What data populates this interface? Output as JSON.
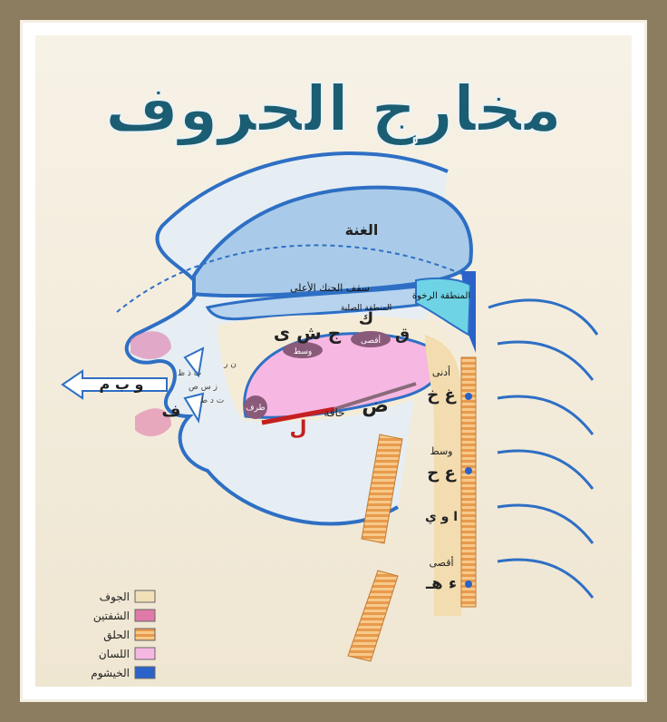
{
  "title": "مخارج الحروف",
  "labels": {
    "ghunna": "الغنة",
    "hard_palate": "سقف الحنك الأعلى",
    "soft_zone": "المنطقة الرخوة",
    "hard_zone": "المنطقة الصلبة",
    "k": "ك",
    "q": "ق",
    "aqsa_tongue": "أقصى",
    "jsy": "ج ش ى",
    "wasat_tongue": "وسط",
    "tarf": "طرف",
    "dad": "ض",
    "hafa": "حافة",
    "lam": "ل",
    "lips_wbm": "و ب م",
    "fa": "ف",
    "teeth_1": "ث ذ ظ",
    "teeth_2": "ز س ص",
    "teeth_3": "ت د ط",
    "teeth_4": "ن ر",
    "adna": "أدنى",
    "ghayn_kha": "غ خ",
    "wasat_throat": "وسط",
    "ayn_ha": "ع ح",
    "jawf_letters": "ا و ي",
    "aqsa_throat": "أقصى",
    "hamza_ha": "ء هـ"
  },
  "legend": [
    {
      "label": "الجوف",
      "color": "#f1dfb8"
    },
    {
      "label": "الشفتين",
      "color": "#e07aa8"
    },
    {
      "label": "الحلق",
      "color": "#f2b56a"
    },
    {
      "label": "اللسان",
      "color": "#f6b7e3"
    },
    {
      "label": "الخيشوم",
      "color": "#2a62c9"
    }
  ],
  "colors": {
    "outline": "#2e6fc4",
    "title": "#1b5d73",
    "palate_fill": "#9cc4e8",
    "tongue": "#f6b7e3",
    "throat_stripes": "#f2b56a",
    "nasal": "#2a62c9",
    "red": "#c42020"
  }
}
